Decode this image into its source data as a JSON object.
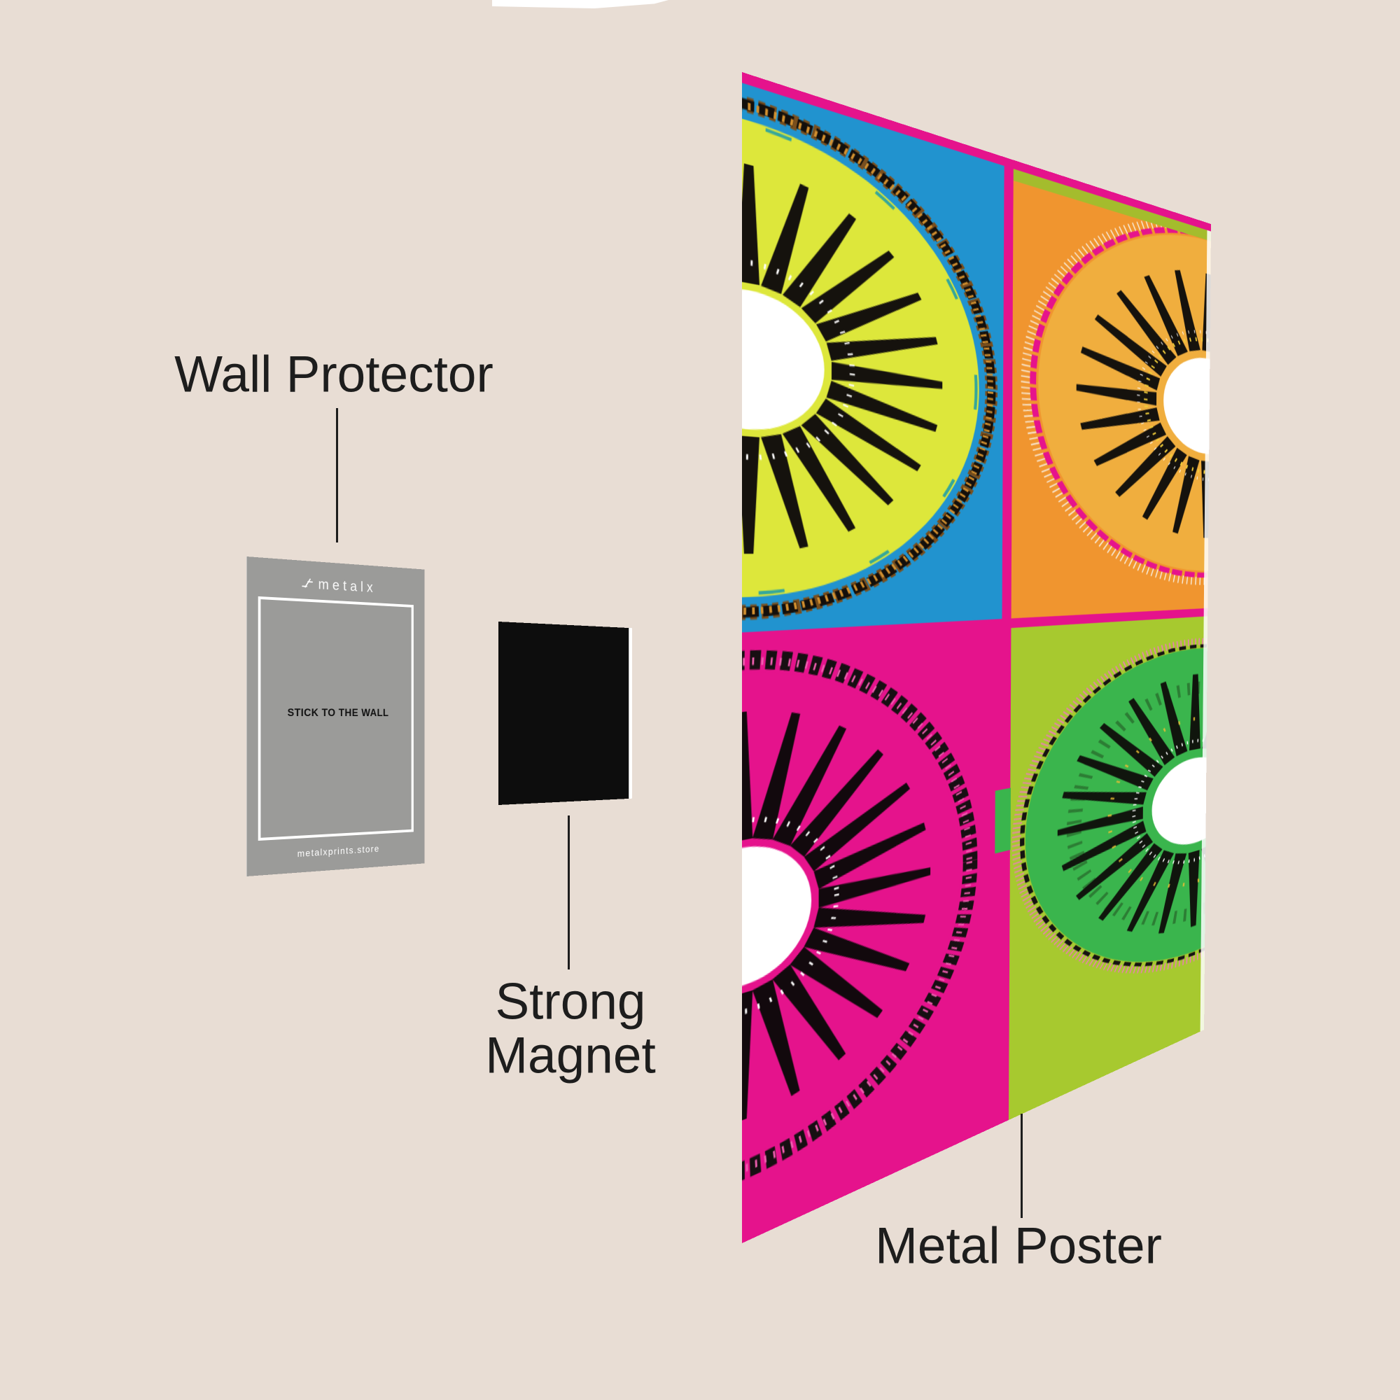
{
  "callouts": {
    "wall_protector": {
      "label": "Wall Protector"
    },
    "strong_magnet": {
      "label_line1": "Strong",
      "label_line2": "Magnet"
    },
    "metal_poster": {
      "label": "Metal Poster"
    }
  },
  "wall_protector_card": {
    "brand": "metalx",
    "instruction": "STICK TO THE WALL",
    "website": "metalxprints.store"
  },
  "magnet": {
    "description": "black square magnet"
  },
  "poster": {
    "description": "pop-art metal poster, 2x2 grid of kiwi fruit slices",
    "quadrants": [
      {
        "position": "top-left",
        "background": "blue",
        "kiwi": "yellow-green flesh, black seeds, brown rind, pink top border"
      },
      {
        "position": "top-right",
        "background": "orange",
        "kiwi": "orange flesh, black seeds, pink ring, lime top border"
      },
      {
        "position": "bottom-left",
        "background": "magenta",
        "kiwi": "pink flesh, black seeds, black rind"
      },
      {
        "position": "bottom-right",
        "background": "lime",
        "kiwi": "green flesh, black seeds, pink spiky ring"
      }
    ]
  },
  "colors": {
    "bg": "#e8ddd4",
    "ink": "#1d1d1d",
    "card-gray": "#9b9b99",
    "magnet-black": "#0d0d0d",
    "poster-magenta": "#e5138c",
    "poster-blue": "#2193cf",
    "poster-orange": "#f0952f",
    "poster-lime": "#a7c92f",
    "poster-lime-border": "#a4bc2d",
    "flesh-yellow": "#dde73b",
    "flesh-orange": "#f0ae3e",
    "flesh-green": "#3ab54d"
  }
}
